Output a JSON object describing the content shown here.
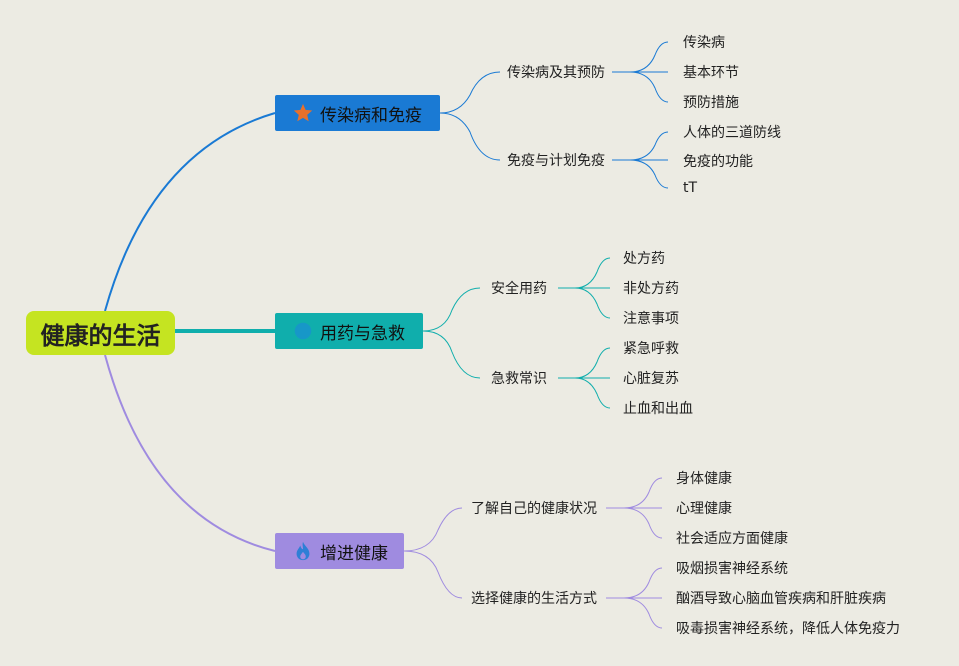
{
  "root": {
    "label": "健康的生活"
  },
  "branches": [
    {
      "label": "传染病和免疫",
      "icon": "star-icon",
      "color": "#1a7ad4",
      "topics": [
        {
          "label": "传染病及其预防",
          "leaves": [
            "传染病",
            "基本环节",
            "预防措施"
          ]
        },
        {
          "label": "免疫与计划免疫",
          "leaves": [
            "人体的三道防线",
            "免疫的功能",
            "tT"
          ]
        }
      ]
    },
    {
      "label": "用药与急救",
      "icon": "circle-icon",
      "color": "#10aeac",
      "topics": [
        {
          "label": "安全用药",
          "leaves": [
            "处方药",
            "非处方药",
            "注意事项"
          ]
        },
        {
          "label": "急救常识",
          "leaves": [
            "紧急呼救",
            "心脏复苏",
            "止血和出血"
          ]
        }
      ]
    },
    {
      "label": "增进健康",
      "icon": "flame-icon",
      "color": "#9f8be0",
      "topics": [
        {
          "label": "了解自己的健康状况",
          "leaves": [
            "身体健康",
            "心理健康",
            "社会适应方面健康"
          ]
        },
        {
          "label": "选择健康的生活方式",
          "leaves": [
            "吸烟损害神经系统",
            "酗酒导致心脑血管疾病和肝脏疾病",
            "吸毒损害神经系统，降低人体免疫力"
          ]
        }
      ]
    }
  ]
}
